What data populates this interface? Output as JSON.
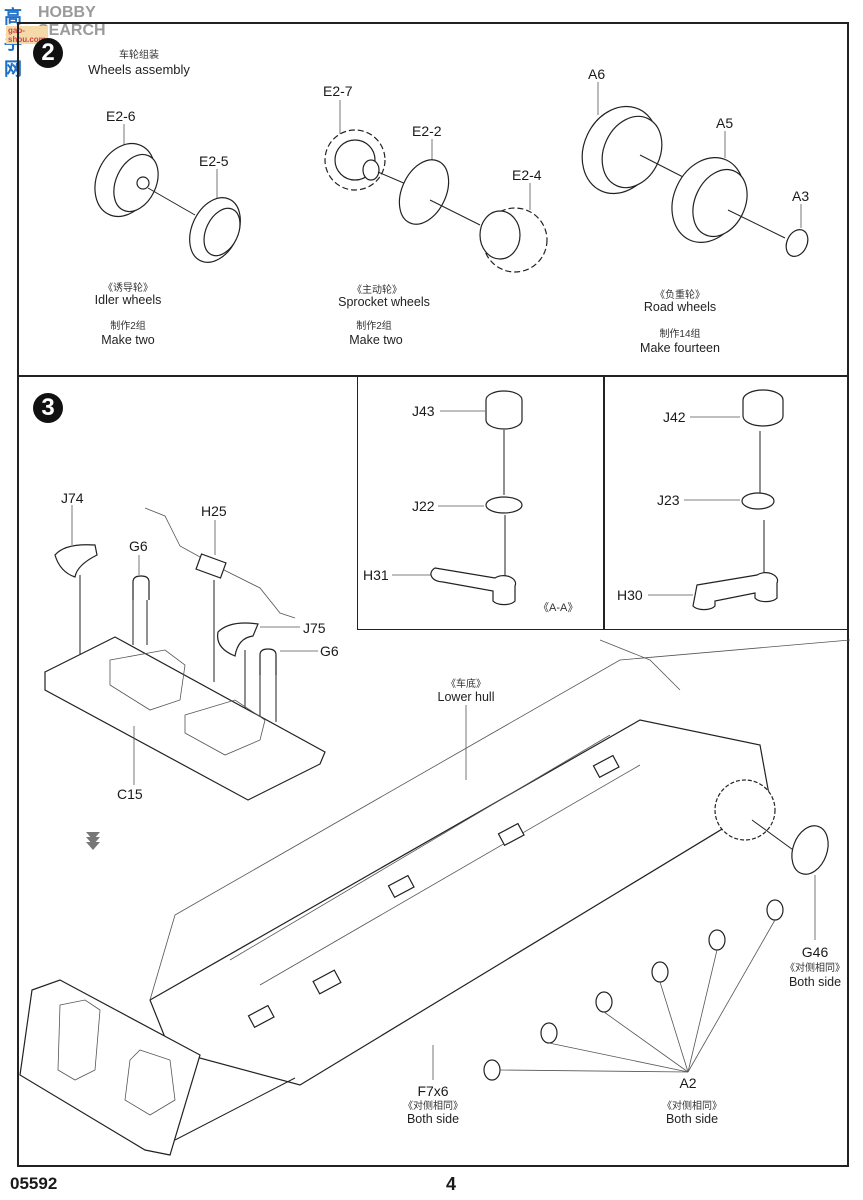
{
  "watermark": {
    "site_cn": "高手网",
    "site_en": "HOBBY SEARCH",
    "url": "gao-shou.com"
  },
  "step2": {
    "number": "2",
    "title_cn": "车轮组装",
    "title_en": "Wheels assembly",
    "groups": [
      {
        "parts": [
          "E2-6",
          "E2-5"
        ],
        "name_cn": "《诱导轮》",
        "name_en": "Idler wheels",
        "qty_cn": "制作2组",
        "qty_en": "Make two"
      },
      {
        "parts": [
          "E2-7",
          "E2-2",
          "E2-4"
        ],
        "name_cn": "《主动轮》",
        "name_en": "Sprocket wheels",
        "qty_cn": "制作2组",
        "qty_en": "Make two"
      },
      {
        "parts": [
          "A6",
          "A5",
          "A3"
        ],
        "name_cn": "《负重轮》",
        "name_en": "Road wheels",
        "qty_cn": "制作14组",
        "qty_en": "Make fourteen"
      }
    ]
  },
  "step3": {
    "number": "3",
    "detail_left": {
      "parts": [
        "J43",
        "J22",
        "H31"
      ],
      "section_label": "《A-A》"
    },
    "detail_right": {
      "parts": [
        "J42",
        "J23",
        "H30"
      ]
    },
    "subassembly_parts": [
      "J74",
      "H25",
      "G6",
      "J75",
      "G6",
      "C15"
    ],
    "hull_label_cn": "《车底》",
    "hull_label_en": "Lower hull",
    "callouts": [
      {
        "part": "G46",
        "note_cn": "《对侧相同》",
        "note_en": "Both side"
      },
      {
        "part": "F7x6",
        "note_cn": "《对侧相同》",
        "note_en": "Both side"
      },
      {
        "part": "A2",
        "note_cn": "《对侧相同》",
        "note_en": "Both side"
      }
    ]
  },
  "footer": {
    "product_code": "05592",
    "page_number": "4"
  }
}
